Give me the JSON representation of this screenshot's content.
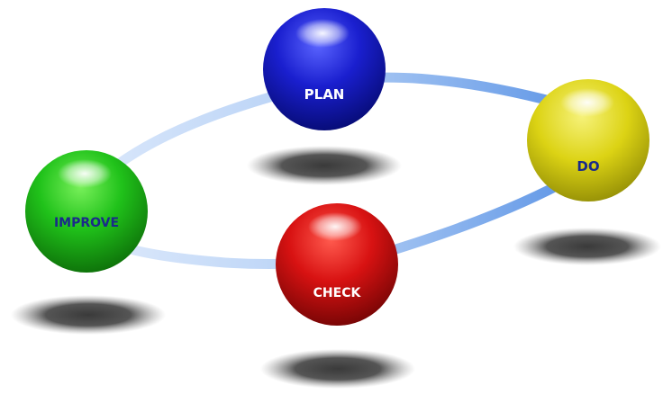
{
  "diagram": {
    "stages": [
      {
        "id": "plan",
        "label": "PLAN",
        "color": "#1a1fb8",
        "label_color": "#ffffff"
      },
      {
        "id": "do",
        "label": "DO",
        "color": "#e6dc12",
        "label_color": "#1a2a8a"
      },
      {
        "id": "check",
        "label": "CHECK",
        "color": "#c81414",
        "label_color": "#ffffff"
      },
      {
        "id": "improve",
        "label": "IMPROVE",
        "color": "#22b81e",
        "label_color": "#1a2a8a"
      }
    ],
    "ring_color": "#6aa0ea"
  }
}
